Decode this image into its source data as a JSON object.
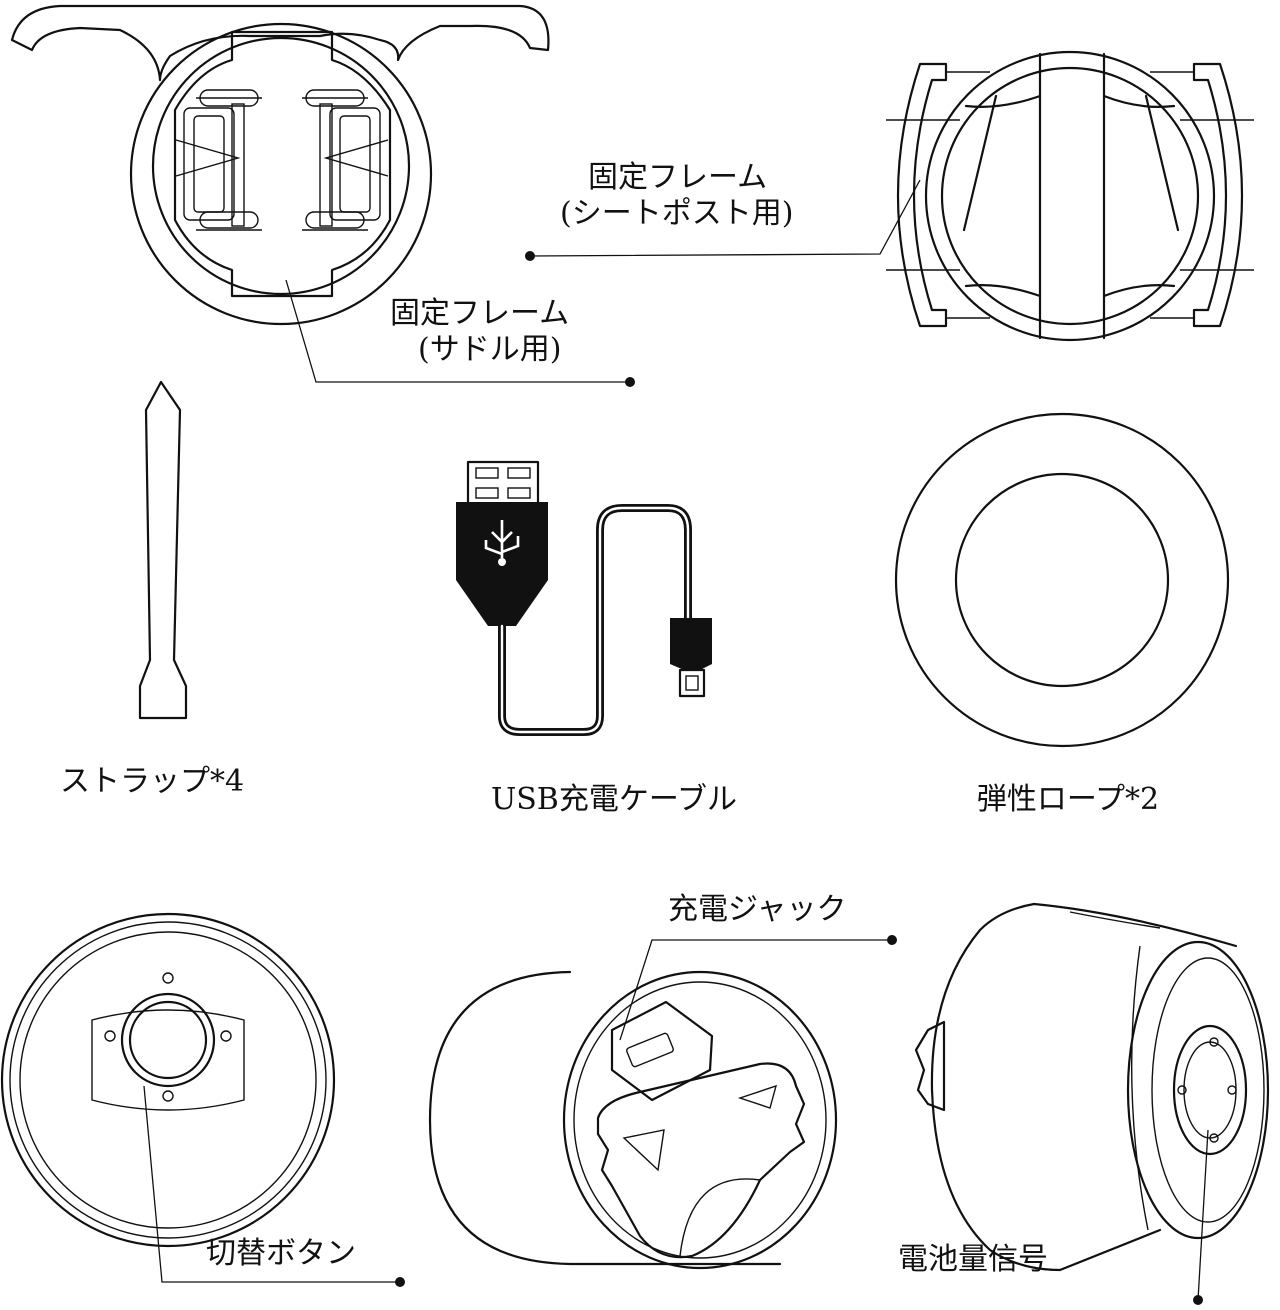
{
  "labels": {
    "saddle_frame_line1": "固定フレーム",
    "saddle_frame_line2": "(サドル用)",
    "seatpost_frame_line1": "固定フレーム",
    "seatpost_frame_line2": "(シートポスト用)",
    "strap": "ストラップ*4",
    "usb_cable": "USB充電ケーブル",
    "elastic_rope": "弾性ロープ*2",
    "charge_jack": "充電ジャック",
    "switch_button": "切替ボタン",
    "battery_signal": "電池量信号"
  },
  "colors": {
    "ink": "#111111",
    "background": "#ffffff"
  }
}
